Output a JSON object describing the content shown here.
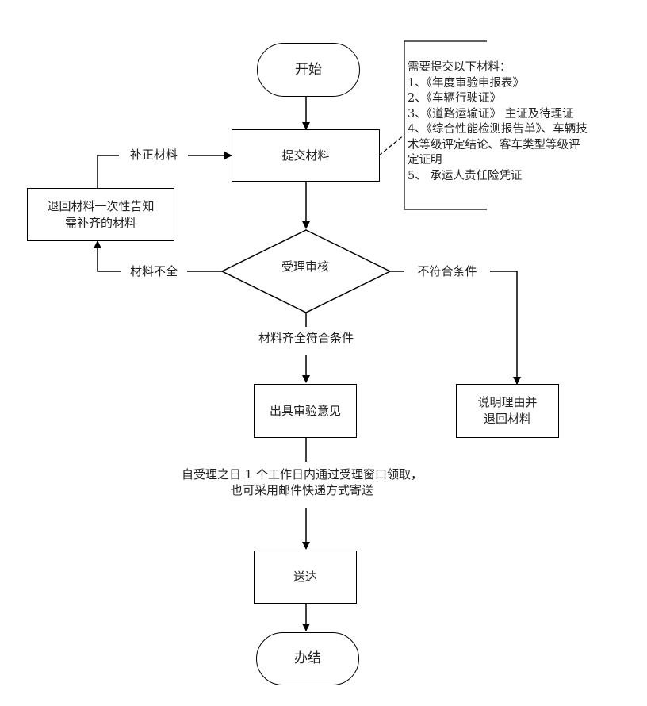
{
  "nodes": {
    "start": "开始",
    "submit": "提交材料",
    "review": "受理审核",
    "return_notify": "退回材料一次性告知需补齐的材料",
    "return_notify_lines": [
      "退回材料一次性告知",
      "需补齐的材料"
    ],
    "issue_opinion": "出具审验意见",
    "explain_return_lines": [
      "说明理由并",
      "退回材料"
    ],
    "deliver": "送达",
    "end": "办结"
  },
  "edge_labels": {
    "supplement": "补正材料",
    "incomplete": "材料不全",
    "not_qualified": "不符合条件",
    "complete_qualified": "材料齐全符合条件",
    "delivery_lines": [
      "自受理之日 1 个工作日内通过受理窗口领取，",
      "也可采用邮件快递方式寄送"
    ]
  },
  "note": {
    "lines": [
      "需要提交以下材料：",
      "1、《年度审验申报表》",
      "2、《车辆行驶证》",
      "3、《道路运输证》 主证及待理证",
      "4、《综合性能检测报告单》、车辆技",
      "术等级评定结论、客车类型等级评",
      "定证明",
      "5、 承运人责任险凭证"
    ]
  }
}
